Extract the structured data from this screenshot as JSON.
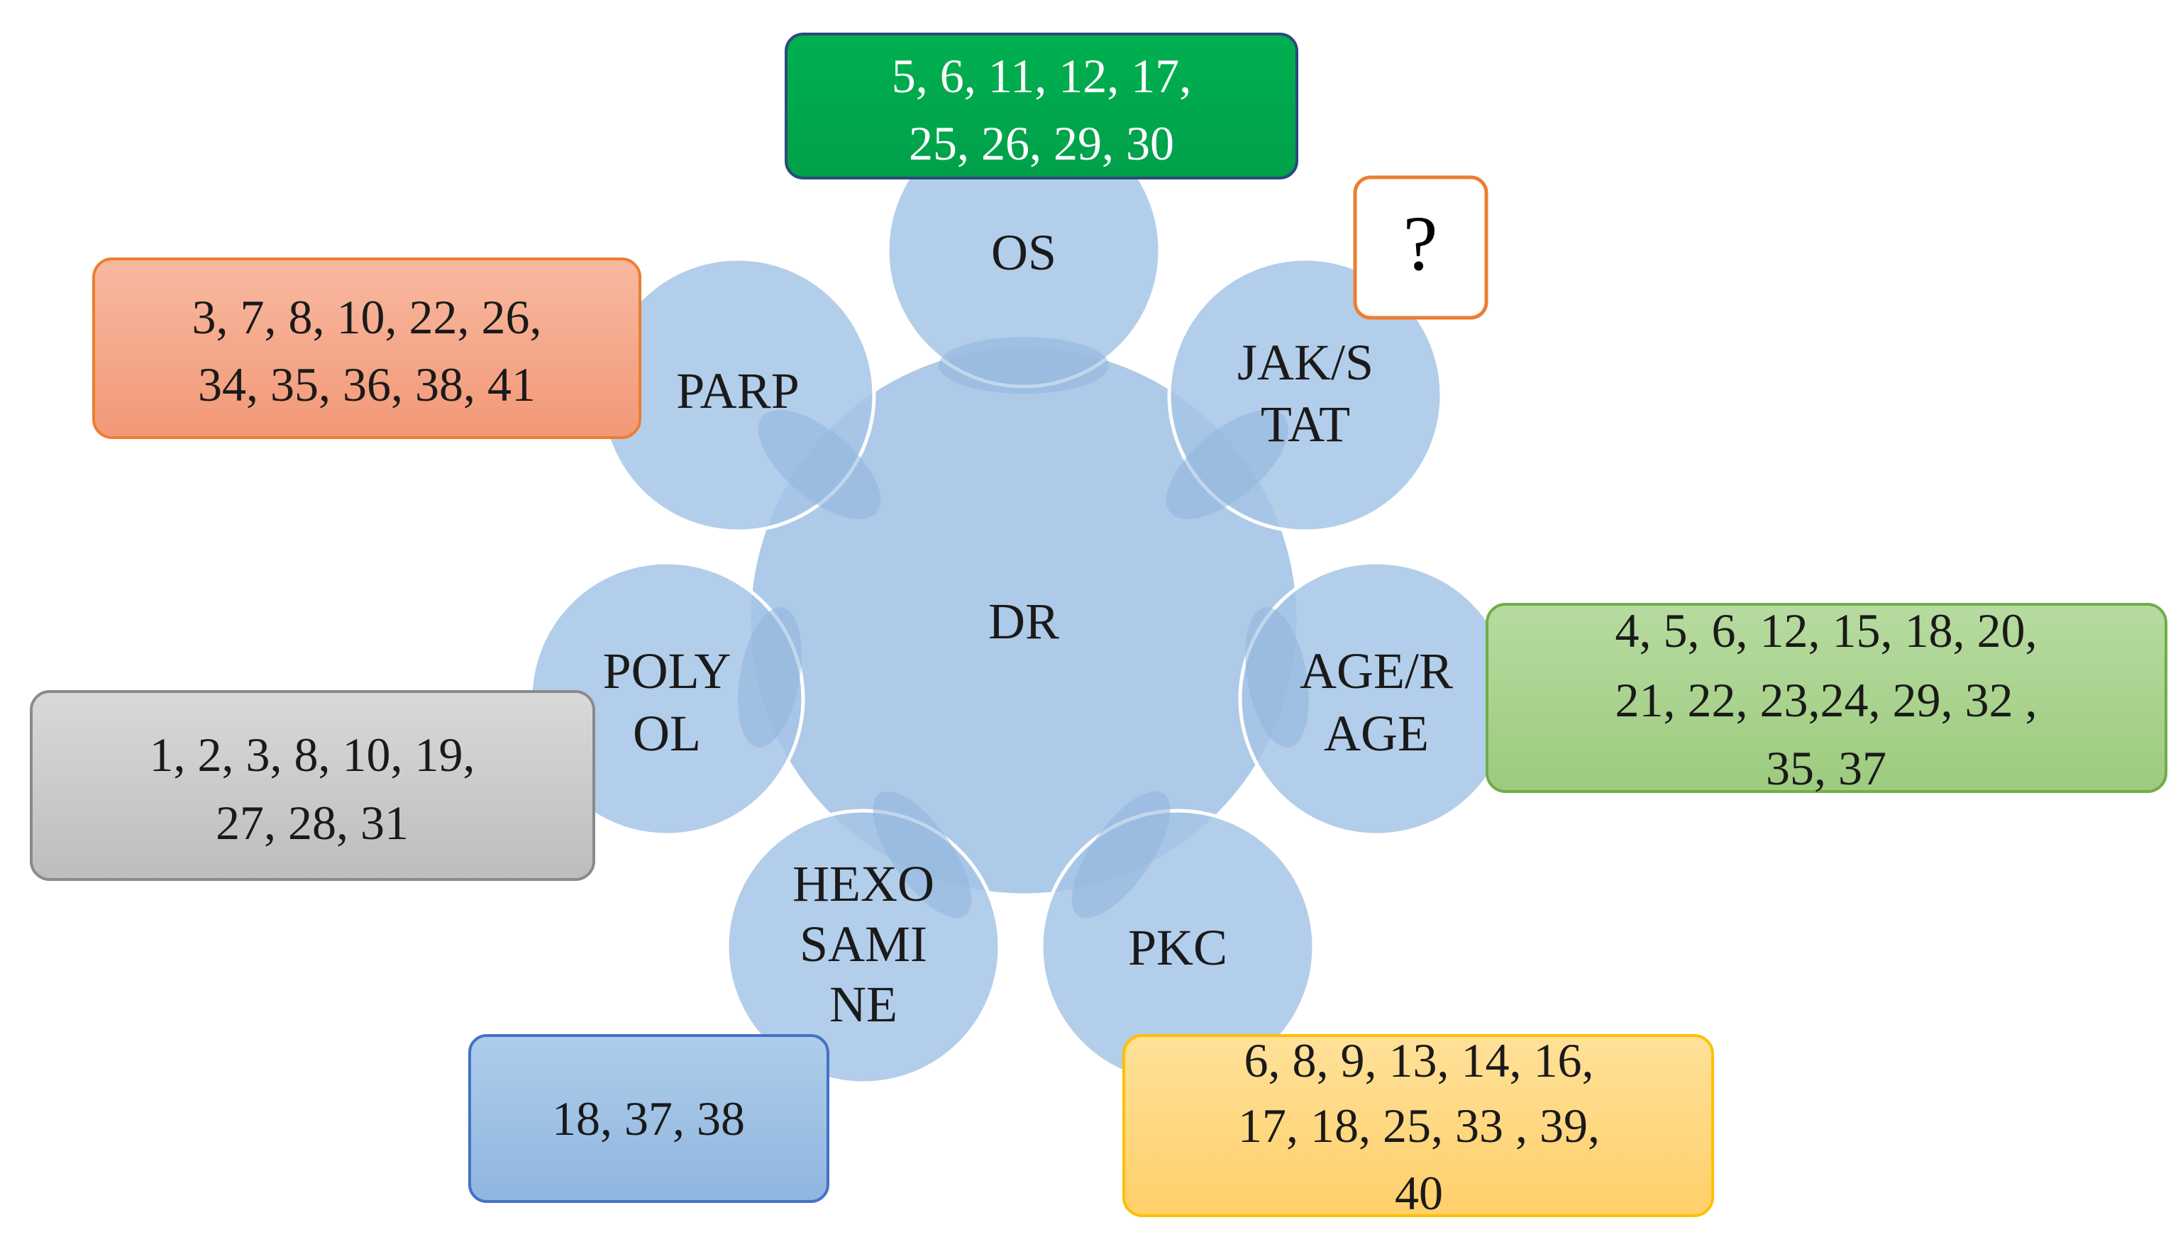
{
  "center": {
    "label": "DR"
  },
  "pathways": [
    {
      "id": "os",
      "lines": [
        "OS"
      ]
    },
    {
      "id": "jak-stat",
      "lines": [
        "JAK/S",
        "TAT"
      ]
    },
    {
      "id": "age-rage",
      "lines": [
        "AGE/R",
        "AGE"
      ]
    },
    {
      "id": "pkc",
      "lines": [
        "PKC"
      ]
    },
    {
      "id": "hexosamine",
      "lines": [
        "HEXO",
        "SAMI",
        "NE"
      ]
    },
    {
      "id": "polyol",
      "lines": [
        "POLY",
        "OL"
      ]
    },
    {
      "id": "parp",
      "lines": [
        "PARP"
      ]
    }
  ],
  "reference_boxes": [
    {
      "id": "os",
      "lines": [
        "5,  6, 11, 12, 17,",
        "25, 26,  29, 30"
      ],
      "fill": "#00a94f",
      "stroke": "#2b4a7a",
      "text_color": "#ffffff"
    },
    {
      "id": "jak-stat",
      "lines": [
        "?"
      ],
      "fill": "#ffffff",
      "stroke": "#ed7d31",
      "text_color": "#000000"
    },
    {
      "id": "age-rage",
      "lines": [
        "4, 5, 6, 12, 15, 18, 20,",
        "21, 22, 23,24, 29, 32 ,",
        "35, 37"
      ],
      "fill": "#a9d18e",
      "stroke": "#70ad47",
      "text_color": "#1a1a1a"
    },
    {
      "id": "pkc",
      "lines": [
        "6, 8, 9, 13, 14, 16,",
        "17, 18, 25, 33 , 39,",
        "40"
      ],
      "fill": "#ffd67f",
      "stroke": "#ffc000",
      "text_color": "#1a1a1a"
    },
    {
      "id": "hexosamine",
      "lines": [
        "18, 37, 38"
      ],
      "fill": "#9dc3e6",
      "stroke": "#4472c4",
      "text_color": "#1a1a1a"
    },
    {
      "id": "polyol",
      "lines": [
        "1, 2, 3, 8, 10, 19,",
        "27, 28, 31"
      ],
      "fill": "#c9c9c9",
      "stroke": "#8a8a8a",
      "text_color": "#1a1a1a"
    },
    {
      "id": "parp",
      "lines": [
        "3, 7, 8, 10, 22, 26,",
        "34, 35, 36, 38, 41"
      ],
      "fill": "#f4a98a",
      "stroke": "#ed7d31",
      "text_color": "#1a1a1a"
    }
  ]
}
